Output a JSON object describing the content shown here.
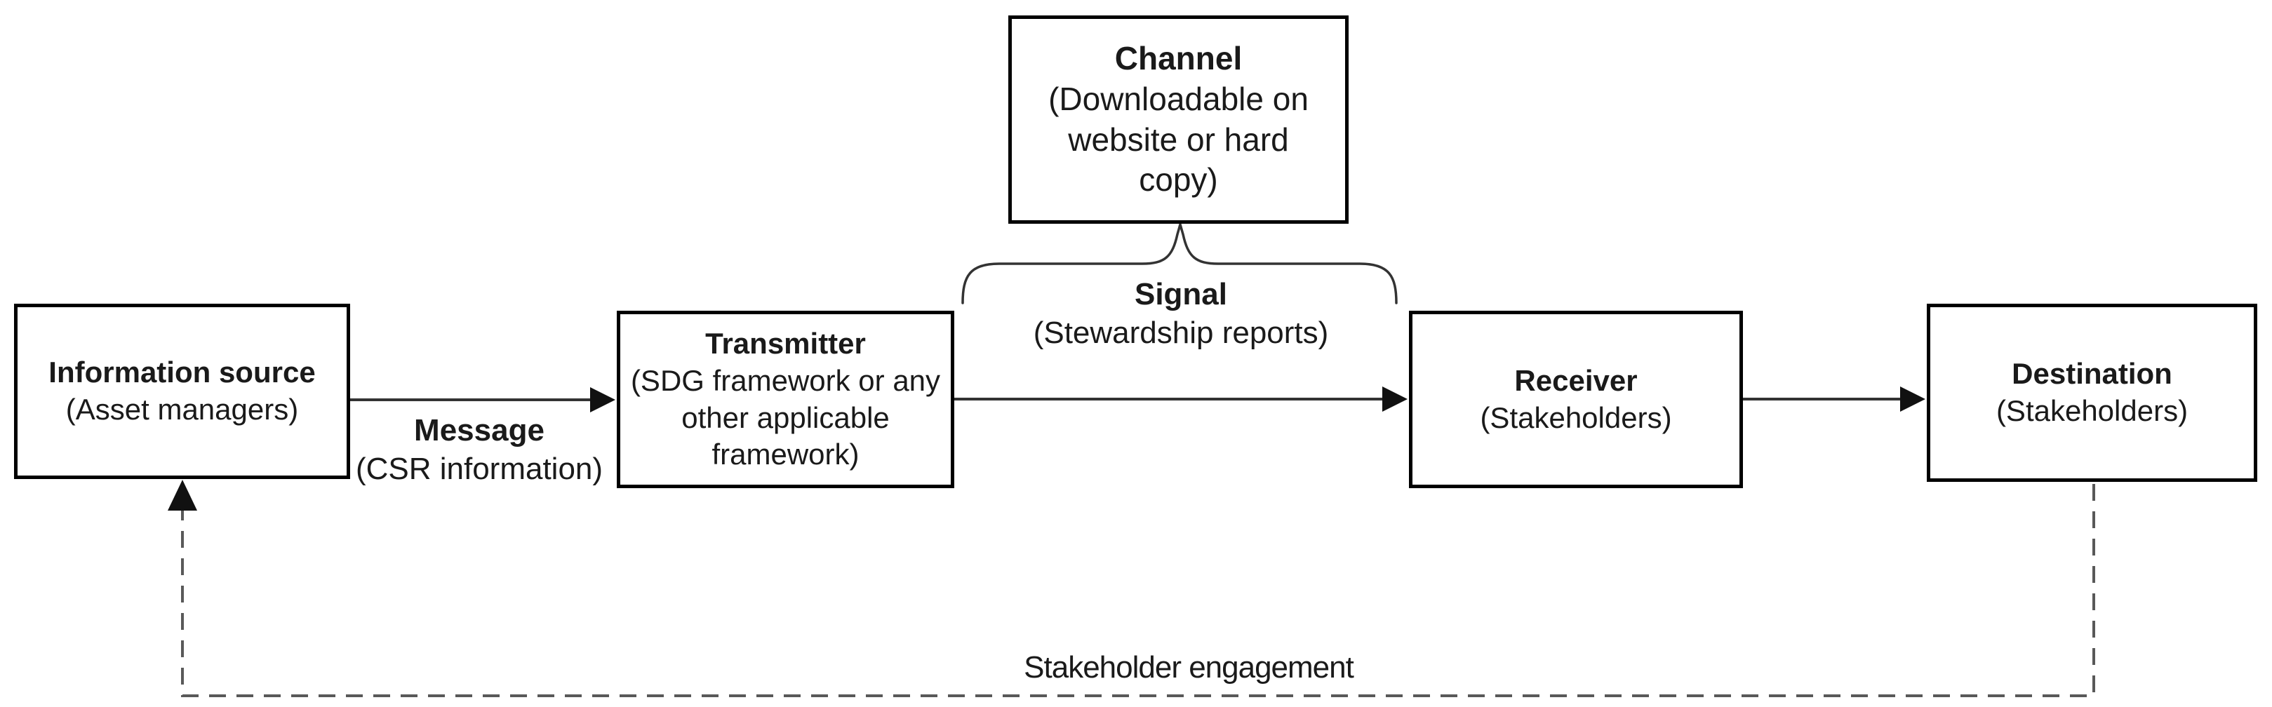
{
  "diagram": {
    "boxes": {
      "information_source": {
        "title": "Information source",
        "subtitle": "(Asset managers)"
      },
      "transmitter": {
        "title": "Transmitter",
        "subtitle": "(SDG framework or any other applicable framework)"
      },
      "channel": {
        "title": "Channel",
        "subtitle": "(Downloadable on website or hard copy)"
      },
      "receiver": {
        "title": "Receiver",
        "subtitle": "(Stakeholders)"
      },
      "destination": {
        "title": "Destination",
        "subtitle": "(Stakeholders)"
      }
    },
    "labels": {
      "message": {
        "title": "Message",
        "subtitle": "(CSR information)"
      },
      "signal": {
        "title": "Signal",
        "subtitle": "(Stewardship reports)"
      },
      "feedback": {
        "title": "Stakeholder engagement"
      }
    },
    "colors": {
      "background": "#ffffff",
      "box_border": "#000000",
      "arrow_line": "#333333",
      "arrowhead": "#111111",
      "dashed_line": "#595959",
      "text": "#1a1a1a"
    }
  }
}
